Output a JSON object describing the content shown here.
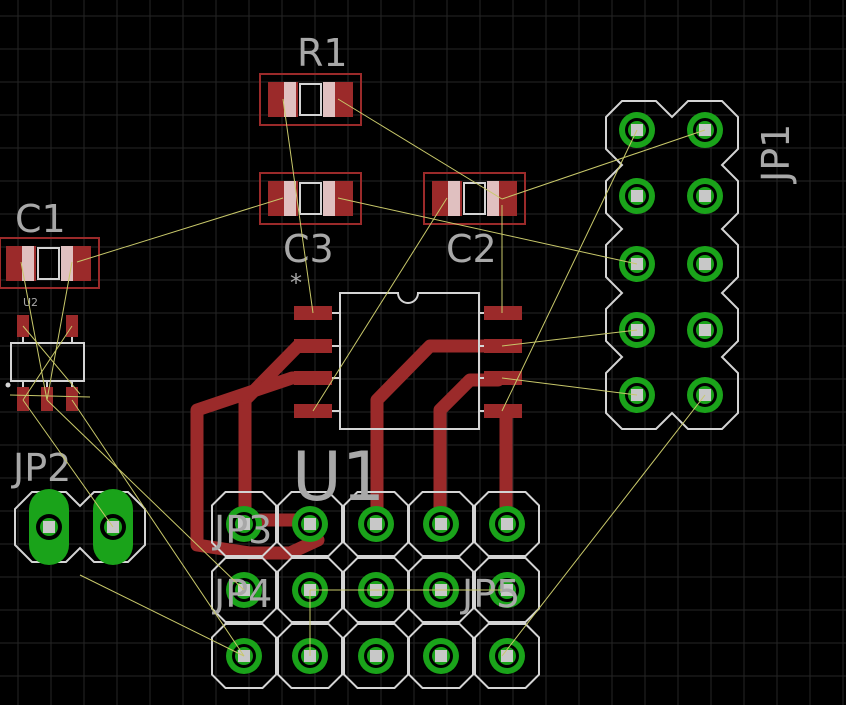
{
  "colors": {
    "background": "#000000",
    "grid": "#2b2b2b",
    "copper": "#9b2a2a",
    "copper_light": "#c04848",
    "pad_via": "#1aa31a",
    "silkscreen": "#a8a8a8",
    "airwire": "#c8c86a",
    "outline": "#d4d4d4"
  },
  "labels": {
    "r1": "R1",
    "c1": "C1",
    "c2": "C2",
    "c3": "C3",
    "u1": "U1",
    "u2": "U2",
    "jp1": "JP1",
    "jp2": "JP2",
    "jp3": "JP3",
    "jp4": "JP4",
    "jp5": "JP5",
    "pin1_marker": "*"
  }
}
